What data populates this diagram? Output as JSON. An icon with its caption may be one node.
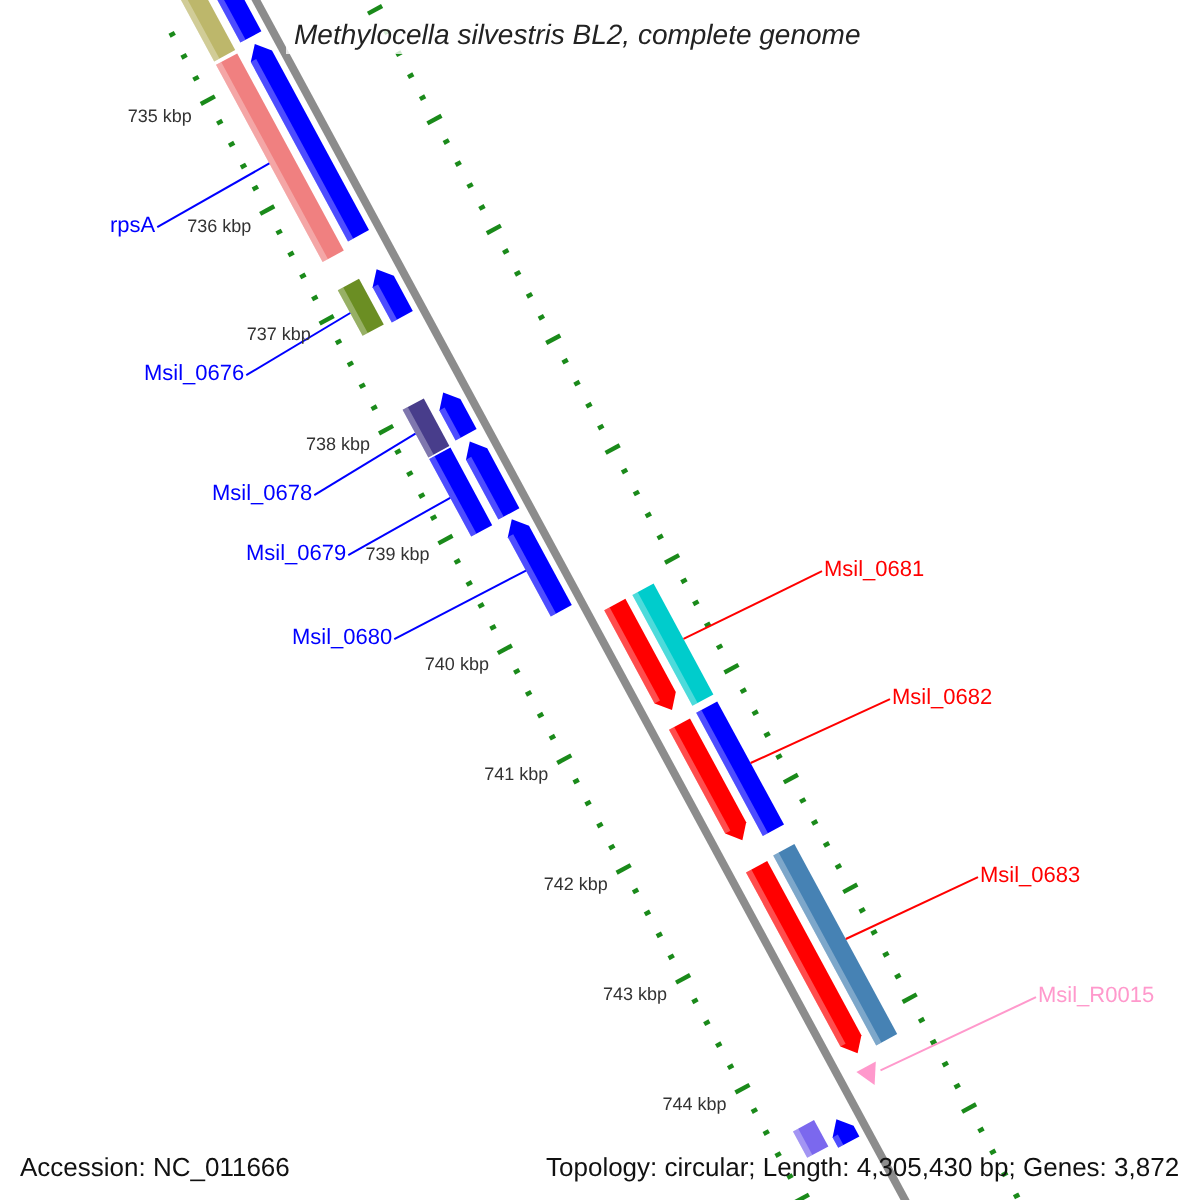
{
  "diagram": {
    "title": "Methylocella silvestris BL2, complete genome",
    "nodes": [
      {
        "text": [
          "rpsA"
        ]
      },
      {
        "text": [
          "Msil_0676"
        ]
      },
      {
        "text": [
          "Msil_0678"
        ]
      },
      {
        "text": [
          "Msil_0679"
        ]
      },
      {
        "text": [
          "Msil_0680"
        ]
      },
      {
        "text": [
          "Msil_0681"
        ]
      },
      {
        "text": [
          "Msil_0682"
        ]
      },
      {
        "text": [
          "Msil_0683"
        ]
      },
      {
        "text": [
          "Msil_R0015"
        ]
      },
      {
        "text": [],
        "shape": "bar"
      },
      {
        "text": [],
        "shape": "bar"
      },
      {
        "text": [],
        "shape": "bar"
      },
      {
        "text": [],
        "shape": "arrow"
      },
      {
        "text": [],
        "shape": "bar"
      },
      {
        "text": [],
        "shape": "arrow"
      },
      {
        "text": [],
        "shape": "bar"
      },
      {
        "text": [],
        "shape": "arrow"
      },
      {
        "text": [],
        "shape": "bar"
      },
      {
        "text": [],
        "shape": "arrow"
      },
      {
        "text": [],
        "shape": "arrow"
      },
      {
        "text": [],
        "shape": "arrow"
      },
      {
        "text": [],
        "shape": "bar"
      },
      {
        "text": [],
        "shape": "arrow"
      },
      {
        "text": [],
        "shape": "bar"
      },
      {
        "text": [],
        "shape": "arrow"
      },
      {
        "text": [],
        "shape": "bar"
      },
      {
        "text": [],
        "shape": "triangle"
      },
      {
        "text": [],
        "shape": "bar"
      },
      {
        "text": [],
        "shape": "arrow"
      }
    ],
    "edges": [
      {
        "from": 0,
        "to": 11,
        "arrow": "none"
      },
      {
        "from": 1,
        "to": 13,
        "arrow": "none"
      },
      {
        "from": 2,
        "to": 15,
        "arrow": "none"
      },
      {
        "from": 3,
        "to": 17,
        "arrow": "none"
      },
      {
        "from": 4,
        "to": 19,
        "arrow": "none"
      },
      {
        "from": 5,
        "to": 21,
        "arrow": "none",
        "color": "#ff0000"
      },
      {
        "from": 6,
        "to": 23,
        "arrow": "none",
        "color": "#ff0000"
      },
      {
        "from": 7,
        "to": 25,
        "arrow": "none",
        "color": "#ff0000"
      },
      {
        "from": 8,
        "to": 26,
        "arrow": "none",
        "color": "#ff99cc"
      }
    ],
    "labels": [
      "735 kbp",
      "736 kbp",
      "737 kbp",
      "738 kbp",
      "739 kbp",
      "740 kbp",
      "741 kbp",
      "742 kbp",
      "743 kbp",
      "744 kbp",
      "Accession: NC_011666",
      "Topology: circular; Length: 4,305,430 bp; Genes: 3,872"
    ]
  }
}
